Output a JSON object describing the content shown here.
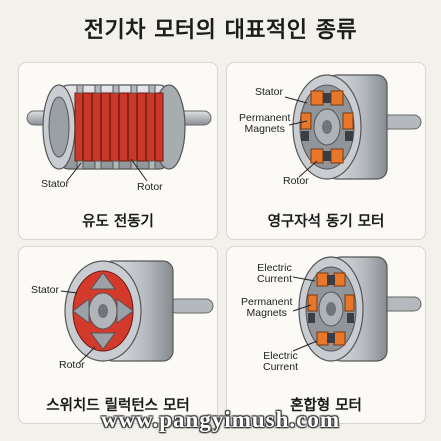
{
  "title": "전기차 모터의 대표적인 종류",
  "cards": [
    {
      "caption": "유도 전동기",
      "labels": {
        "stator": "Stator",
        "rotor": "Rotor"
      }
    },
    {
      "caption": "영구자석 동기 모터",
      "labels": {
        "stator": "Stator",
        "magnets": "Permanent\nMagnets",
        "rotor": "Rotor"
      }
    },
    {
      "caption": "스위치드 릴럭턴스 모터",
      "labels": {
        "stator": "Stator",
        "rotor": "Rotor"
      }
    },
    {
      "caption": "혼합형 모터",
      "labels": {
        "current_top": "Electric\nCurrent",
        "magnets": "Permanent\nMagnets",
        "current_bottom": "Electric\nCurrent"
      }
    }
  ],
  "footer": "www.pangyimush.com",
  "colors": {
    "copper": "#d33a2c",
    "magnet": "#e8772b",
    "steel": "#c4c7cb",
    "background": "#f3f1ec"
  }
}
